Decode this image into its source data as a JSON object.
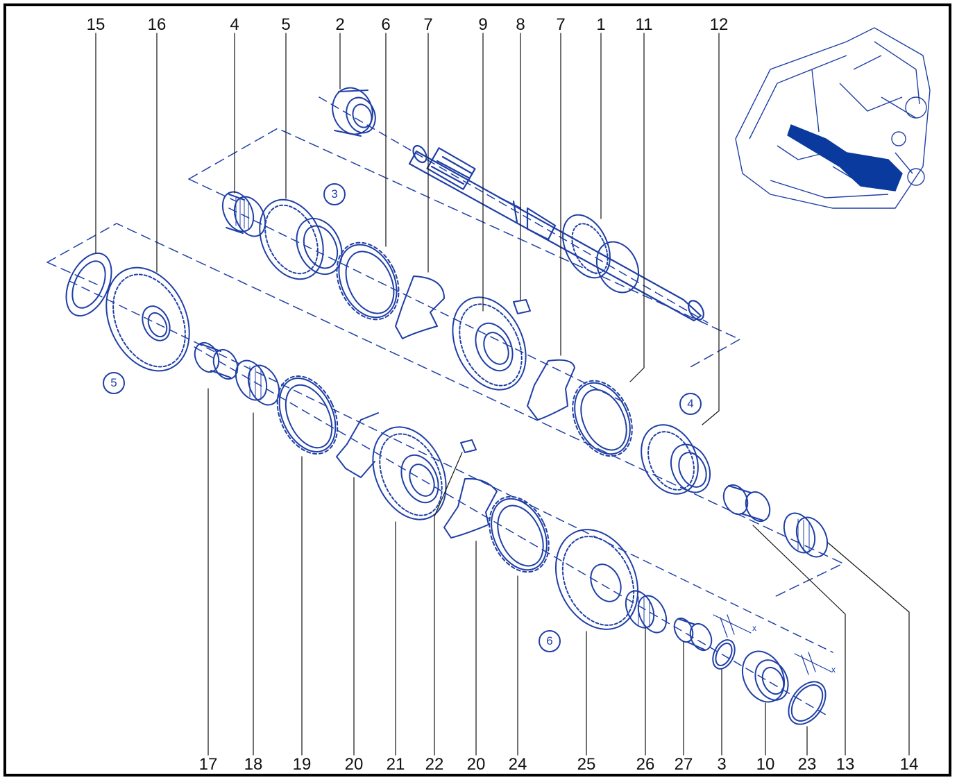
{
  "colors": {
    "line": "#1f3fa6",
    "fill": "#0a3a9e",
    "text": "#111111",
    "frame": "#000000"
  },
  "top_labels": [
    "15",
    "16",
    "4",
    "5",
    "2",
    "6",
    "7",
    "9",
    "8",
    "7",
    "1",
    "11",
    "12"
  ],
  "bottom_labels": [
    "17",
    "18",
    "19",
    "20",
    "21",
    "22",
    "20",
    "24",
    "25",
    "26",
    "27",
    "3",
    "10",
    "23",
    "13",
    "14"
  ],
  "circled_labels": [
    "3",
    "5",
    "4",
    "6"
  ],
  "dimension_marks": [
    "x",
    "x"
  ],
  "inset": {
    "icon": "gearbox-assembly-icon"
  }
}
